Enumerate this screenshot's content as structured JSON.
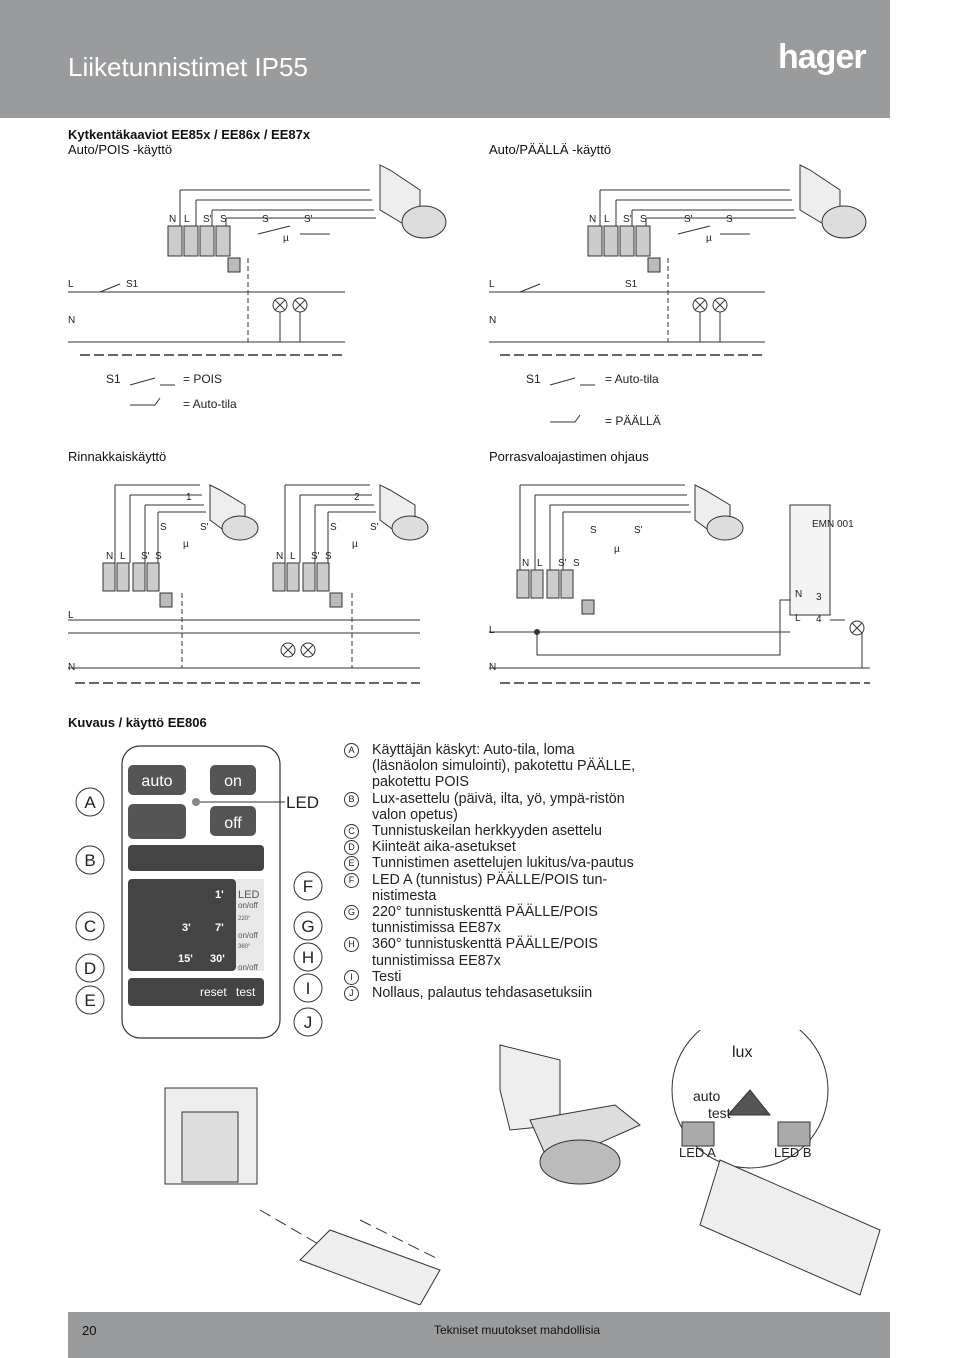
{
  "header": {
    "title": "Liiketunnistimet IP55",
    "logo": "hager"
  },
  "sections": {
    "wiring_title_line1": "Kytkentäkaaviot  EE85x / EE86x / EE87x",
    "wiring_title_line2": "Auto/POIS -käyttö",
    "auto_on_title": "Auto/PÄÄLLÄ -käyttö",
    "parallel_title": "Rinnakkaiskäyttö",
    "stair_title": "Porrasvaloajastimen ohjaus",
    "description_title": "Kuvaus / käyttö EE806"
  },
  "wiring": {
    "terminal_labels": [
      "N",
      "L",
      "S'",
      "S"
    ],
    "switch_labels": [
      "S",
      "S'"
    ],
    "micro": "µ",
    "line_L": "L",
    "line_N": "N",
    "switch_S1": "S1",
    "left_legend_1": "= POIS",
    "left_legend_2": "= Auto-tila",
    "right_legend_1": "= Auto-tila",
    "right_legend_2": "= PÄÄLLÄ",
    "sensor_1": "1",
    "sensor_2": "2",
    "emn": "EMN 001",
    "emn_n": "N",
    "emn_l": "L",
    "emn_3": "3",
    "emn_4": "4"
  },
  "remote": {
    "auto": "auto",
    "on": "on",
    "off": "off",
    "led_label": "LED",
    "times": [
      "1'",
      "3'",
      "7'",
      "15'",
      "30'"
    ],
    "led_btn": "LED",
    "on_off": "on/off",
    "deg220": "220°",
    "deg360": "360°",
    "reset": "reset",
    "test": "test",
    "left_letters": [
      "A",
      "B",
      "C",
      "D",
      "E"
    ],
    "right_letters": [
      "F",
      "G",
      "H",
      "I",
      "J"
    ]
  },
  "legend": [
    {
      "key": "A",
      "text": "Käyttäjän käskyt: Auto-tila, loma (läsnäolon simulointi), pakotettu PÄÄLLE, pakotettu POIS"
    },
    {
      "key": "B",
      "text": "Lux-asettelu (päivä, ilta, yö, ympä-ristön valon opetus)"
    },
    {
      "key": "C",
      "text": "Tunnistuskeilan herkkyyden asettelu"
    },
    {
      "key": "D",
      "text": "Kiinteät aika-asetukset"
    },
    {
      "key": "E",
      "text": "Tunnistimen asettelujen lukitus/va-pautus"
    },
    {
      "key": "F",
      "text": "LED A (tunnistus) PÄÄLLE/POIS tun-nistimesta"
    },
    {
      "key": "G",
      "text": "220° tunnistuskenttä PÄÄLLE/POIS tunnistimissa EE87x"
    },
    {
      "key": "H",
      "text": "360° tunnistuskenttä PÄÄLLE/POIS tunnistimissa EE87x"
    },
    {
      "key": "I",
      "text": "Testi"
    },
    {
      "key": "J",
      "text": "Nollaus, palautus tehdasasetuksiin"
    }
  ],
  "sensor_panel": {
    "lux": "lux",
    "auto": "auto",
    "test": "test",
    "led_a": "LED A",
    "led_b": "LED B"
  },
  "footer": {
    "page": "20",
    "note": "Tekniset muutokset mahdollisia"
  }
}
